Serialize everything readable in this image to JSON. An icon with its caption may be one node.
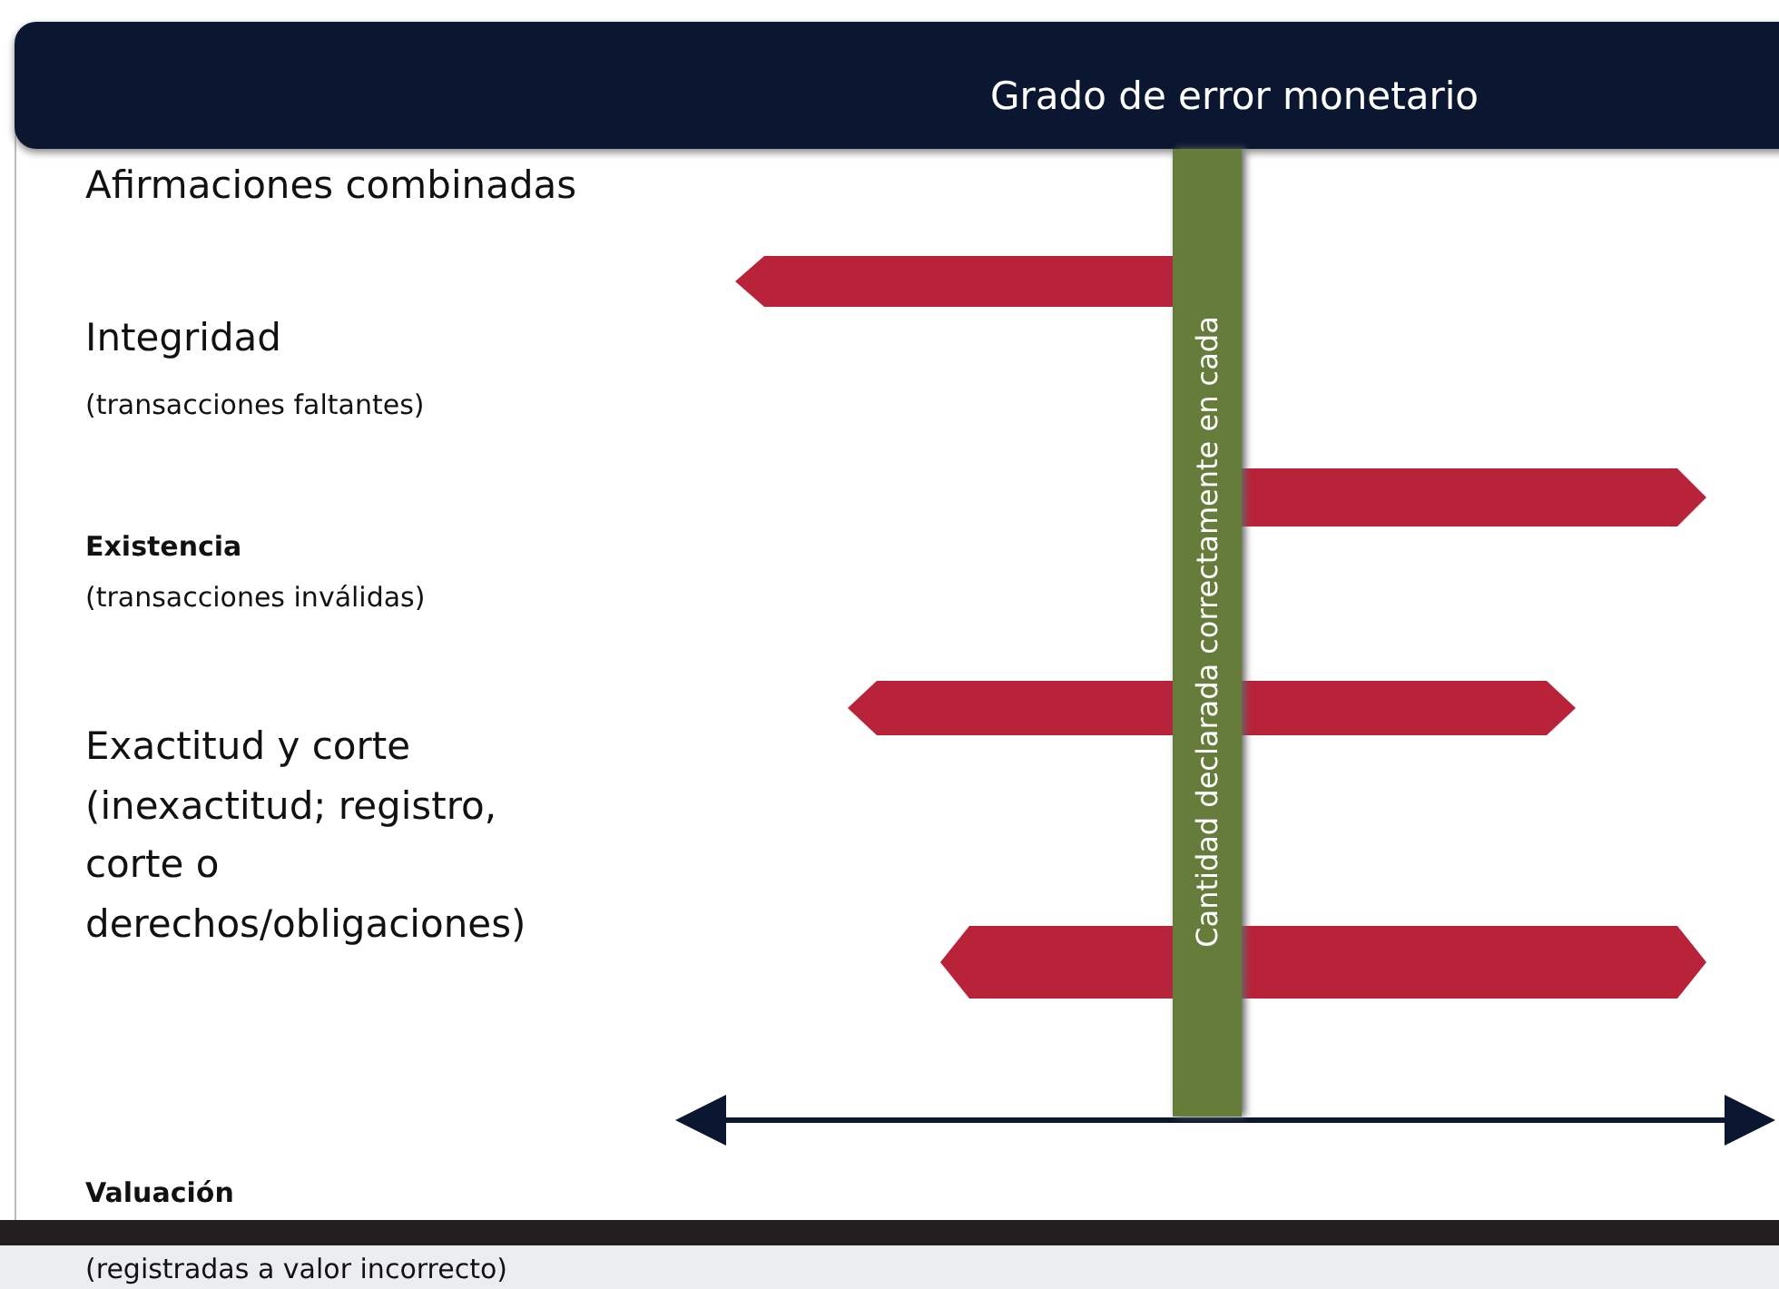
{
  "diagram": {
    "title": "Grado de error monetario",
    "nodes": [
      {
        "text": [
          "Cantidad declarada correctamente en cada"
        ]
      }
    ],
    "labels": [
      "Afirmaciones combinadas",
      "Integridad",
      "(transacciones faltantes)",
      "Existencia",
      "(transacciones inválidas)",
      "Exactitud y corte (inexactitud; registro, corte o derechos/obligaciones)",
      "Valuación",
      "(registradas a valor incorrecto)"
    ]
  }
}
